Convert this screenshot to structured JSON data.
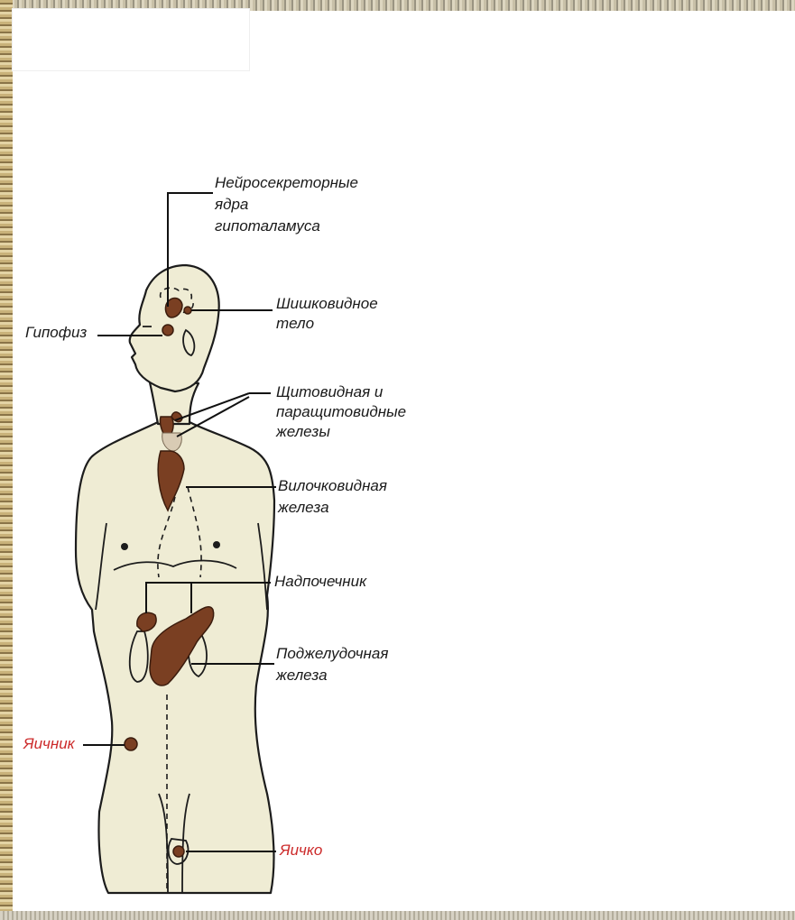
{
  "labels": {
    "hypothalamus_line1": "Нейросекреторные",
    "hypothalamus_line2": "ядра",
    "hypothalamus_line3": "гипоталамуса",
    "pituitary": "Гипофиз",
    "pineal_line1": "Шишковидное",
    "pineal_line2": "тело",
    "thyroid_line1": "Щитовидная  и",
    "thyroid_line2": "паращитовидные",
    "thyroid_line3": "железы",
    "thymus_line1": "Вилочковидная",
    "thymus_line2": "железа",
    "adrenal": "Надпочечник",
    "pancreas_line1": "Поджелудочная",
    "pancreas_line2": "железа",
    "ovary": "Яичник",
    "testis": "Яичко"
  },
  "colors": {
    "label_text": "#1a1a1a",
    "highlight_label": "#cc2a2a",
    "organ_fill": "#7a3f22",
    "body_fill": "#efecd4",
    "outline": "#1c1c1c"
  },
  "icons": {
    "frame": "decorative-border"
  }
}
